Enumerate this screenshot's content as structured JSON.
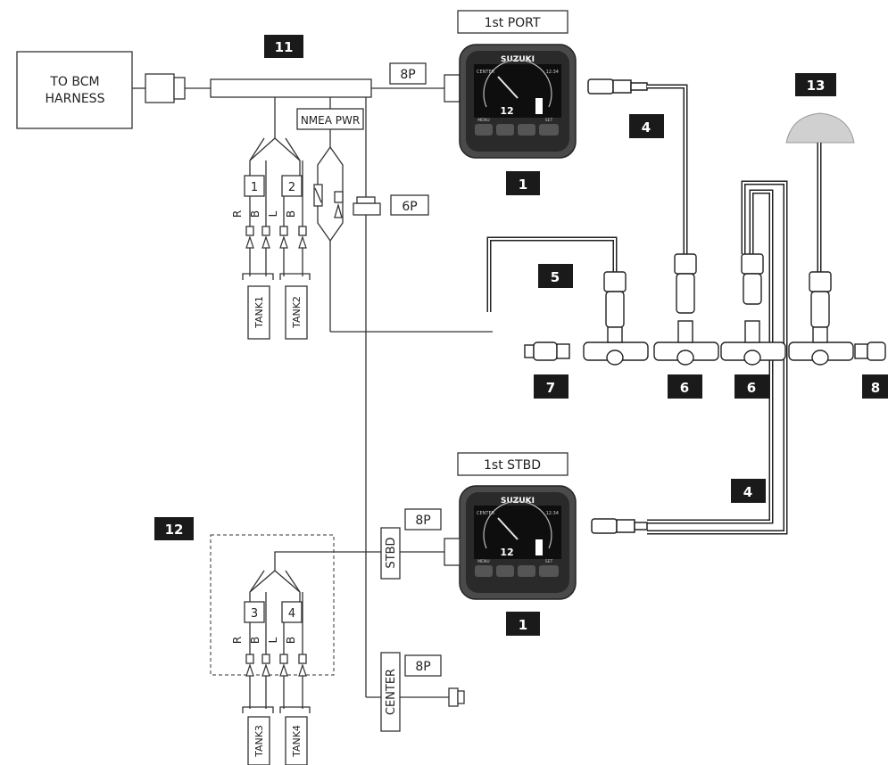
{
  "labels": {
    "bcm_harness_line1": "TO BCM",
    "bcm_harness_line2": "HARNESS",
    "port_gauge_title": "1st PORT",
    "stbd_gauge_title": "1st STBD",
    "nmea_pwr": "NMEA PWR",
    "conn_8p_top": "8P",
    "conn_6p": "6P",
    "conn_8p_stbd": "8P",
    "conn_8p_center": "8P",
    "stbd_tag": "STBD",
    "center_tag": "CENTER",
    "fuse_1": "1",
    "fuse_2": "2",
    "fuse_3": "3",
    "fuse_4": "4",
    "wire_r_top": "R",
    "wire_b1_top": "B",
    "wire_l_top": "L",
    "wire_b2_top": "B",
    "wire_r_bot": "R",
    "wire_b1_bot": "B",
    "wire_l_bot": "L",
    "wire_b2_bot": "B",
    "tank1": "TANK1",
    "tank2": "TANK2",
    "tank3": "TANK3",
    "tank4": "TANK4"
  },
  "callouts": {
    "c11": "11",
    "c1_port": "1",
    "c1_stbd": "1",
    "c4_top": "4",
    "c4_bot": "4",
    "c5": "5",
    "c6_a": "6",
    "c6_b": "6",
    "c7": "7",
    "c8": "8",
    "c12": "12",
    "c13": "13"
  },
  "gauge": {
    "brand": "SUZUKI",
    "mode": "CENTER",
    "time": "12:34",
    "value": "12",
    "menu": "MENU",
    "set": "SET"
  }
}
